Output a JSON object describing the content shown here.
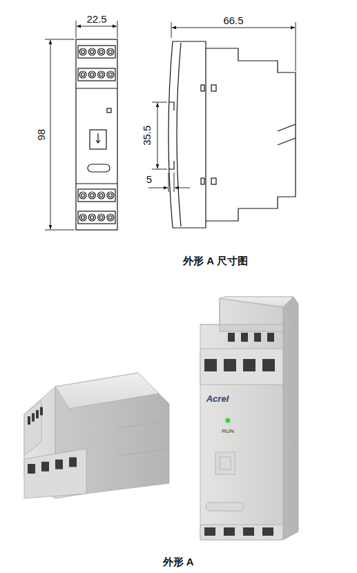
{
  "diagram": {
    "labels": [
      "22.5",
      "98",
      "66.5",
      "35.5",
      "5",
      "外形 A 尺寸图",
      "Acrel",
      "RUN",
      "外形 A"
    ]
  }
}
